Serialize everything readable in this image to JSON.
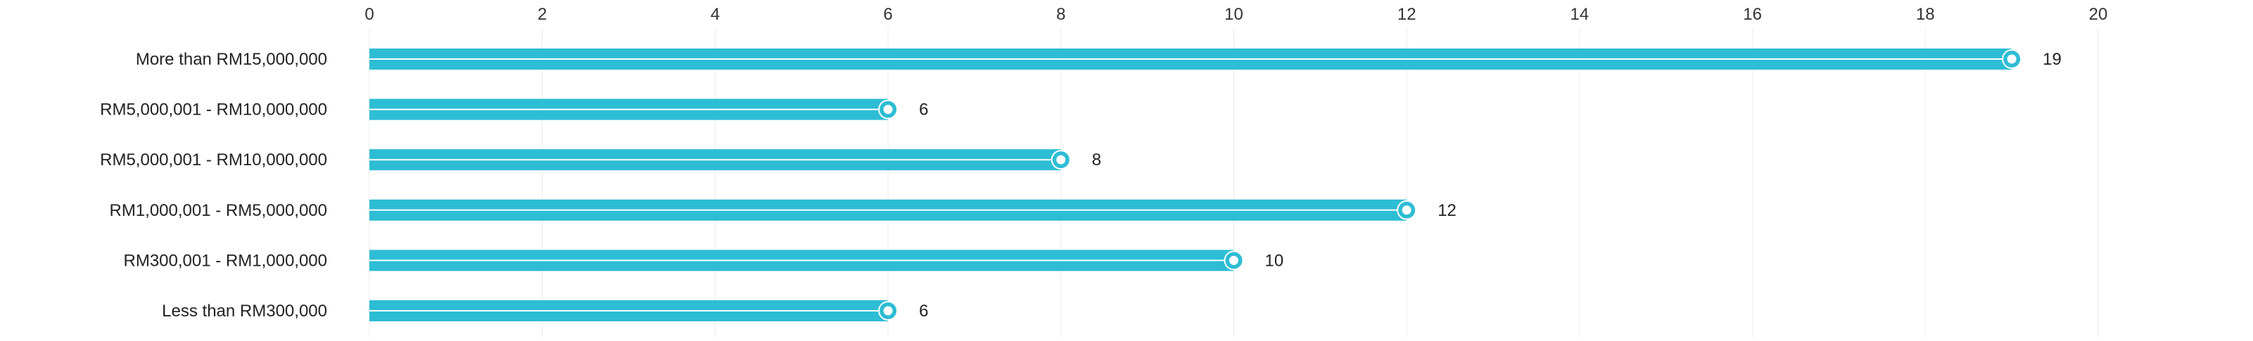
{
  "chart_data": {
    "type": "bar",
    "orientation": "horizontal",
    "categories": [
      "More than RM15,000,000",
      "RM5,000,001 - RM10,000,000",
      "RM5,000,001 - RM10,000,000",
      "RM1,000,001 - RM5,000,000",
      "RM300,001 - RM1,000,000",
      "Less than RM300,000"
    ],
    "values": [
      19,
      6,
      8,
      12,
      10,
      6
    ],
    "xlim": [
      0,
      20
    ],
    "xticks": [
      "0",
      "2",
      "4",
      "6",
      "8",
      "10",
      "12",
      "14",
      "16",
      "18",
      "20"
    ],
    "title": "",
    "xlabel": "",
    "ylabel": "",
    "grid": true,
    "axis_position": "top",
    "legend": "none",
    "bar_color": "#2dbdd4",
    "bar_highlight_color": "#ffffff",
    "marker": "circle-end"
  }
}
